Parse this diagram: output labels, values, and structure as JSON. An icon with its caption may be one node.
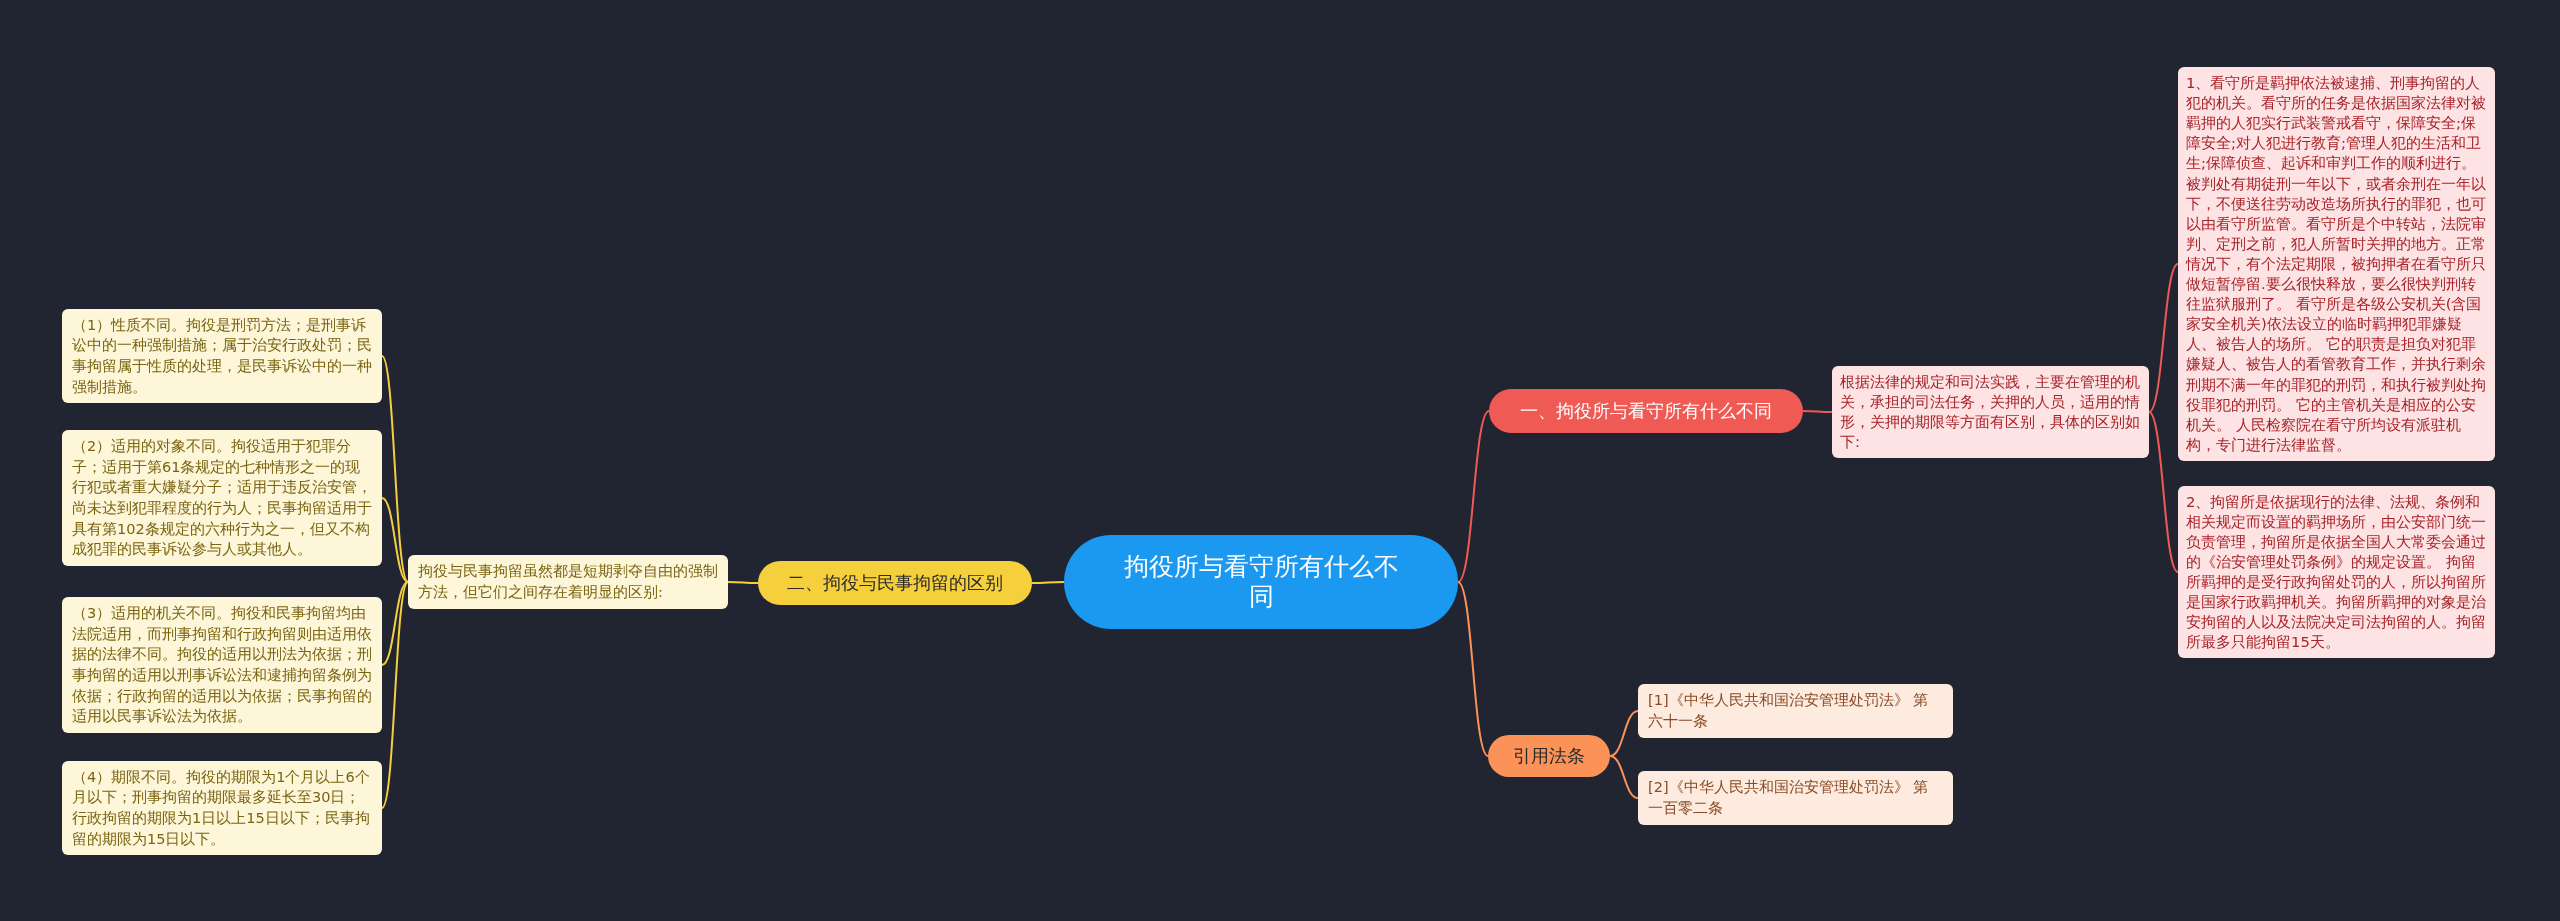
{
  "diagram": {
    "nodes": [
      {
        "text": [
          "拘役所与看守所有什么不同"
        ]
      },
      {
        "text": [
          "一、拘役所与看守所有什么不同"
        ]
      },
      {
        "text": [
          "根据法律的规定和司法实践，主要在管理的机关，承担的司法任务，关押的人员，适用的情形，关押的期限等方面有区别，具体的区别如下:"
        ]
      },
      {
        "text": [
          "1、看守所是羁押依法被逮捕、刑事拘留的人犯的机关。看守所的任务是依据国家法律对被羁押的人犯实行武装警戒看守，保障安全;保障安全;对人犯进行教育;管理人犯的生活和卫生;保障侦查、起诉和审判工作的顺利进行。被判处有期徒刑一年以下，或者余刑在一年以下，不便送往劳动改造场所执行的罪犯，也可以由看守所监管。看守所是个中转站，法院审判、定刑之前，犯人所暂时关押的地方。正常情况下，有个法定期限，被拘押者在看守所只做短暂停留.要么很快释放，要么很快判刑转往监狱服刑了。 看守所是各级公安机关(含国家安全机关)依法设立的临时羁押犯罪嫌疑人、被告人的场所。 它的职责是担负对犯罪嫌疑人、被告人的看管教育工作，并执行剩余刑期不满一年的罪犯的刑罚，和执行被判处拘役罪犯的刑罚。 它的主管机关是相应的公安机关。 人民检察院在看守所均设有派驻机构，专门进行法律监督。"
        ]
      },
      {
        "text": [
          "2、拘留所是依据现行的法律、法规、条例和相关规定而设置的羁押场所，由公安部门统一负责管理，拘留所是依据全国人大常委会通过的《治安管理处罚条例》的规定设置。 拘留所羁押的是受行政拘留处罚的人，所以拘留所是国家行政羁押机关。拘留所羁押的对象是治安拘留的人以及法院决定司法拘留的人。拘留所最多只能拘留15天。"
        ]
      },
      {
        "text": [
          "二、拘役与民事拘留的区别"
        ]
      },
      {
        "text": [
          "拘役与民事拘留虽然都是短期剥夺自由的强制方法，但它们之间存在着明显的区别:"
        ]
      },
      {
        "text": [
          "（1）性质不同。拘役是刑罚方法；是刑事诉讼中的一种强制措施；属于治安行政处罚；民事拘留属于性质的处理，是民事诉讼中的一种强制措施。"
        ]
      },
      {
        "text": [
          "（2）适用的对象不同。拘役适用于犯罪分子；适用于第61条规定的七种情形之一的现行犯或者重大嫌疑分子；适用于违反治安管，尚未达到犯罪程度的行为人；民事拘留适用于具有第102条规定的六种行为之一，但又不构成犯罪的民事诉讼参与人或其他人。"
        ]
      },
      {
        "text": [
          "（3）适用的机关不同。拘役和民事拘留均由法院适用，而刑事拘留和行政拘留则由适用依据的法律不同。拘役的适用以刑法为依据；刑事拘留的适用以刑事诉讼法和逮捕拘留条例为依据；行政拘留的适用以为依据；民事拘留的适用以民事诉讼法为依据。"
        ]
      },
      {
        "text": [
          "（4）期限不同。拘役的期限为1个月以上6个月以下；刑事拘留的期限最多延长至30日；行政拘留的期限为1日以上15日以下；民事拘留的期限为15日以下。"
        ]
      },
      {
        "text": [
          "引用法条"
        ]
      },
      {
        "text": [
          "[1]《中华人民共和国治安管理处罚法》 第六十一条"
        ]
      },
      {
        "text": [
          "[2]《中华人民共和国治安管理处罚法》 第一百零二条"
        ]
      }
    ],
    "edges": [
      {
        "from": 0,
        "to": 1,
        "arrow": "none",
        "color": "#f05a54"
      },
      {
        "from": 1,
        "to": 2,
        "arrow": "none",
        "color": "#f05a54"
      },
      {
        "from": 2,
        "to": 3,
        "arrow": "none",
        "color": "#f05a54"
      },
      {
        "from": 2,
        "to": 4,
        "arrow": "none",
        "color": "#f05a54"
      },
      {
        "from": 0,
        "to": 5,
        "arrow": "none",
        "color": "#f5cf3c"
      },
      {
        "from": 5,
        "to": 6,
        "arrow": "none",
        "color": "#f5cf3c"
      },
      {
        "from": 6,
        "to": 7,
        "arrow": "none",
        "color": "#f5cf3c"
      },
      {
        "from": 6,
        "to": 8,
        "arrow": "none",
        "color": "#f5cf3c"
      },
      {
        "from": 6,
        "to": 9,
        "arrow": "none",
        "color": "#f5cf3c"
      },
      {
        "from": 6,
        "to": 10,
        "arrow": "none",
        "color": "#f5cf3c"
      },
      {
        "from": 0,
        "to": 11,
        "arrow": "none",
        "color": "#fb9257"
      },
      {
        "from": 11,
        "to": 12,
        "arrow": "none",
        "color": "#fb9257"
      },
      {
        "from": 11,
        "to": 13,
        "arrow": "none",
        "color": "#fb9257"
      }
    ]
  }
}
